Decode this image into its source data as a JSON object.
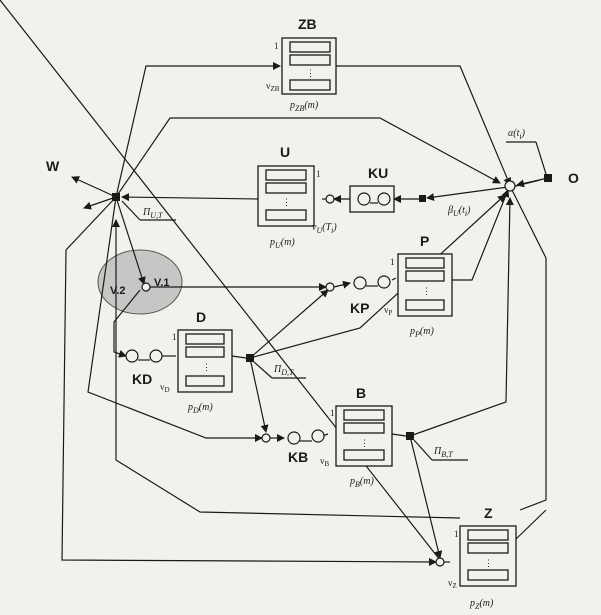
{
  "outputs": {
    "W": "W",
    "O": "O"
  },
  "queues": {
    "ZB": {
      "title": "ZB",
      "prob": "p",
      "prob_sub": "ZB",
      "prob_arg": "(m)",
      "nu": "v",
      "nu_sub": "ZB",
      "one": "1"
    },
    "U": {
      "title": "U",
      "prob": "p",
      "prob_sub": "U",
      "prob_arg": "(m)",
      "nu": "v",
      "nu_sub": "U",
      "nu_arg": "(T",
      "nu_arg_sub": "i",
      "nu_arg_close": ")",
      "one": "1"
    },
    "P": {
      "title": "P",
      "prob": "p",
      "prob_sub": "P",
      "prob_arg": "(m)",
      "nu": "v",
      "nu_sub": "P",
      "one": "1"
    },
    "D": {
      "title": "D",
      "prob": "p",
      "prob_sub": "D",
      "prob_arg": "(m)",
      "nu": "v",
      "nu_sub": "D",
      "one": "1"
    },
    "B": {
      "title": "B",
      "prob": "p",
      "prob_sub": "B",
      "prob_arg": "(m)",
      "nu": "v",
      "nu_sub": "B",
      "one": "1"
    },
    "Z": {
      "title": "Z",
      "prob": "p",
      "prob_sub": "Z",
      "prob_arg": "(m)",
      "nu": "v",
      "nu_sub": "Z",
      "one": "1"
    }
  },
  "channels": {
    "KU": "KU",
    "KP": "KP",
    "KD": "KD",
    "KB": "KB"
  },
  "router_labels": {
    "PiU": {
      "sym": "Π",
      "sub": "U,T"
    },
    "PiD": {
      "sym": "Π",
      "sub": "D,T"
    },
    "PiB": {
      "sym": "Π",
      "sub": "B,T"
    },
    "beta": {
      "sym": "β",
      "sub": "U",
      "arg": "(t",
      "arg_sub": "i",
      "close": ")"
    },
    "alpha": {
      "sym": "α",
      "arg": "(t",
      "arg_sub": "i",
      "close": ")"
    }
  },
  "region": {
    "V1": "V.1",
    "V2": "V.2"
  },
  "dots_glyph": "⋮"
}
